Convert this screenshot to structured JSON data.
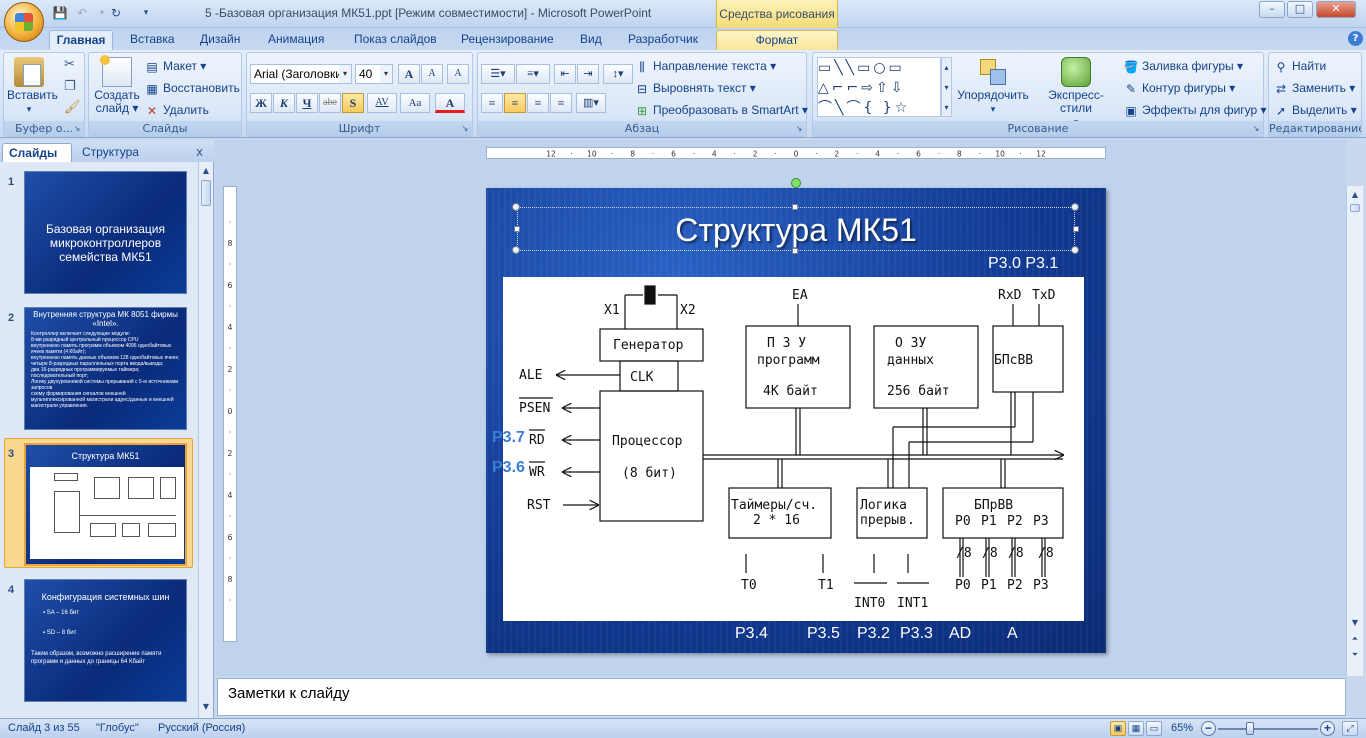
{
  "window": {
    "title": "5 -Базовая организация МК51.ppt [Режим совместимости] - Microsoft PowerPoint",
    "context_title": "Средства рисования",
    "controls": [
      "–",
      "□",
      "✕"
    ]
  },
  "tabs": [
    "Главная",
    "Вставка",
    "Дизайн",
    "Анимация",
    "Показ слайдов",
    "Рецензирование",
    "Вид",
    "Разработчик",
    "Формат"
  ],
  "ribbon": {
    "clipboard": {
      "label": "Буфер о...",
      "paste": "Вставить"
    },
    "slides": {
      "label": "Слайды",
      "create": "Создать",
      "create2": "слайд ▾",
      "layout": "Макет ▾",
      "reset": "Восстановить",
      "delete": "Удалить"
    },
    "font": {
      "label": "Шрифт",
      "name": "Arial (Заголовки)",
      "size": "40",
      "b": "Ж",
      "i": "К",
      "u": "Ч",
      "s": "abe",
      "sh": "S",
      "sp": "AV",
      "case": "Aa",
      "color": "A",
      "grow": "A",
      "shrink": "A",
      "clear": "A"
    },
    "paragraph": {
      "label": "Абзац",
      "dir": "Направление текста ▾",
      "align": "Выровнять текст ▾",
      "smart": "Преобразовать в SmartArt ▾"
    },
    "drawing": {
      "label": "Рисование",
      "arrange": "Упорядочить",
      "styles": "Экспресс-стили",
      "fill": "Заливка фигуры ▾",
      "outline": "Контур фигуры ▾",
      "effects": "Эффекты для фигур ▾"
    },
    "editing": {
      "label": "Редактирование",
      "find": "Найти",
      "replace": "Заменить ▾",
      "select": "Выделить ▾"
    }
  },
  "panel": {
    "tab_slides": "Слайды",
    "tab_outline": "Структура",
    "close": "x"
  },
  "thumbnails": [
    {
      "num": "1",
      "title": "Базовая организация микроконтроллеров семейства МК51"
    },
    {
      "num": "2",
      "title": "Внутренняя структура МК 8051 фирмы «Intel».",
      "lines": [
        "Контроллер включает следующие модули:",
        "8-ми разрядный центральный процессор CPU",
        "внутреннюю память программ объемом 4096 однобайтовых ячеек памяти (4 Кбайт);",
        "внутреннюю память данных объемом 128 однобайтовых ячеек;",
        "четыре 8-разрядных параллельных порта ввода/вывода;",
        "два 16-разрядных программируемых таймера;",
        "последовательный порт;",
        "Логику двухуровневой системы прерываний с 5-ю источниками запросов",
        "схему формирования сигналов внешней мультиплексированной магистрали адрес/данные и внешней магистрали управления."
      ]
    },
    {
      "num": "3",
      "title": "Структура МК51"
    },
    {
      "num": "4",
      "title": "Конфигурация системных шин",
      "lines": [
        "SA – 16 бит",
        "SD – 8 бит",
        "Таким образом, возможно расширение памяти программ и данных до границы 64 Кбайт"
      ]
    }
  ],
  "slide": {
    "title": "Структура  МК51",
    "top_right": "P3.0  P3.1",
    "side_labels": [
      "P3.7",
      "P3.6"
    ],
    "bottom_labels": [
      "P3.4",
      "P3.5",
      "P3.2",
      "P3.3",
      "AD",
      "A"
    ]
  },
  "diagram": {
    "blocks": {
      "gen": "Генератор",
      "clk": "CLK",
      "cpu1": "Процессор",
      "cpu2": "(8 бит)",
      "rom1": "П З У",
      "rom2": "программ",
      "rom3": "4К байт",
      "ram1": "О ЗУ",
      "ram2": "данных",
      "ram3": "256 байт",
      "uart": "БПсВВ",
      "timer1": "Таймеры/сч.",
      "timer2": "2 * 16",
      "intr1": "Логика",
      "intr2": "прерыв.",
      "ports": "БПрВВ"
    },
    "labels": {
      "x1": "X1",
      "x2": "X2",
      "ea": "EA",
      "rxd": "RxD",
      "txd": "TxD",
      "ale": "ALE",
      "psen": "PSEN",
      "rd": "RD",
      "wr": "WR",
      "rst": "RST",
      "t0": "T0",
      "t1": "T1",
      "int0": "INT0",
      "int1": "INT1"
    },
    "ports": [
      "P0",
      "P1",
      "P2",
      "P3"
    ],
    "width": "/8"
  },
  "notes": "Заметки к слайду",
  "status": {
    "slide": "Слайд 3 из 55",
    "theme": "\"Глобус\"",
    "lang": "Русский (Россия)",
    "zoom": "65%"
  }
}
